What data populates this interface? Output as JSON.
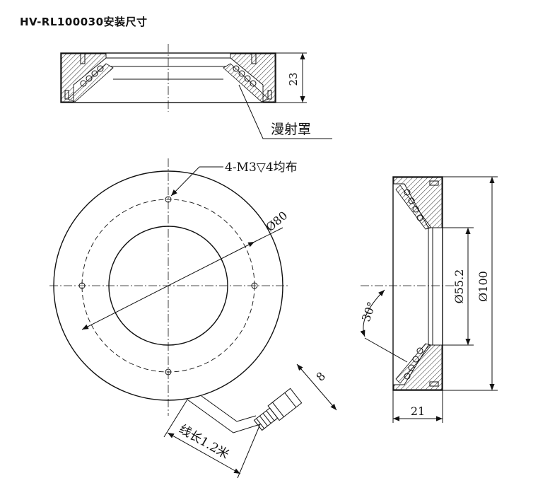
{
  "header": {
    "title": "HV-RL100030安装尺寸"
  },
  "labels": {
    "height_dim": "23",
    "diffuser": "漫射罩",
    "holes": "4-M3▽4均布",
    "dia_80": "Ø80",
    "angle": "30°",
    "dia_552": "Ø55.2",
    "dia_100": "Ø100",
    "width_21": "21",
    "cable_width": "8",
    "cable_length": "线长1.2米"
  }
}
